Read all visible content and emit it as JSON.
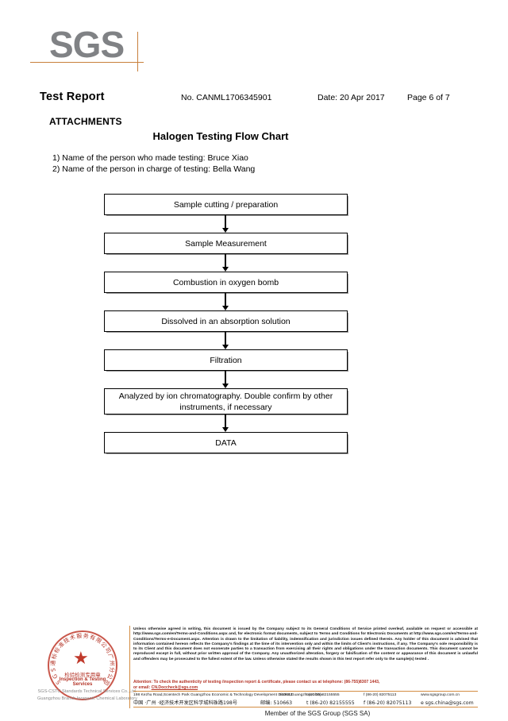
{
  "logo": {
    "text": "SGS",
    "accent_color": "#c8803c",
    "gray_color": "#808285"
  },
  "header": {
    "report_title": "Test Report",
    "report_no": "No. CANML1706345901",
    "date": "Date: 20 Apr 2017",
    "page": "Page 6 of 7",
    "attachments_label": "ATTACHMENTS"
  },
  "document": {
    "flow_title": "Halogen Testing Flow Chart",
    "notes": [
      "1) Name of the person who made testing: Bruce Xiao",
      "2) Name of the person in charge of testing: Bella Wang"
    ]
  },
  "chart_data": {
    "type": "diagram",
    "title": "Halogen Testing Flow Chart",
    "orientation": "vertical",
    "steps": [
      "Sample cutting / preparation",
      "Sample Measurement",
      "Combustion in oxygen bomb",
      "Dissolved in an absorption solution",
      "Filtration",
      "Analyzed by ion chromatography. Double confirm by other instruments, if necessary",
      "DATA"
    ]
  },
  "footer": {
    "seal": {
      "ring_text_cn": "SGS通标标准技术服务有限公司广州分公司",
      "ring_text_en": "SGS-CSTC Standards Technical Services Co., Ltd. Guangzhou Branch",
      "star_glyph": "★",
      "center_cn": "检验检测专用章",
      "center_en": "Inspection & Testing Services",
      "sub_line_1": "SGS-CSTC Standards Technical Services Co.,Ltd.",
      "sub_line_2": "Guangzhou Branch Inorganic Chemical Laboratory",
      "color": "#b33225"
    },
    "legal_text": "Unless otherwise agreed in writing, this document is issued by the Company subject to its General Conditions of Service printed overleaf, available on request or accessible at http://www.sgs.com/en/Terms-and-Conditions.aspx and, for electronic format documents, subject to Terms and Conditions for Electronic Documents at http://www.sgs.com/en/Terms-and-Conditions/Terms-e-Document.aspx. Attention is drawn to the limitation of liability, indemnification and jurisdiction issues defined therein. Any holder of this document is advised that information contained hereon reflects the Company's findings at the time of its intervention only and within the limits of Client's instructions, if any. The Company's sole responsibility is to its Client and this document does not exonerate parties to a transaction from exercising all their rights and obligations under the transaction documents. This document cannot be reproduced except in full, without prior written approval of the Company. Any unauthorized alteration, forgery or falsification of the content or appearance of this document is unlawful and offenders may be prosecuted to the fullest extent of the law. Unless otherwise stated the results shown in this test report refer only to the sample(s) tested .",
    "attention_line_1": "Attention: To check the authenticity of testing /inspection report & certificate, please contact us at telephone: (86-755)8307 1443,",
    "attention_line_2_prefix": "or email: ",
    "attention_email": "CN.Doccheck@sgs.com",
    "address_en": "198 Kezhu Road,Scientech Park Guangzhou Economic & Technology Development District,Guangzhou,China",
    "postcode_en": "510663",
    "tel_en": "t (86-20) 82155555",
    "fax_en": "f (86-20) 82075113",
    "web_en": "www.sgsgroup.com.cn",
    "address_cn": "中国 ·广州 ·经济技术开发区科学城科珠路198号",
    "postcode_cn": "邮编: 510663",
    "tel_cn": "t (86-20) 82155555",
    "fax_cn": "f (86-20) 82075113",
    "web_cn": "e sgs.china@sgs.com",
    "member_line": "Member of the SGS Group (SGS SA)",
    "accent_color": "#d38c42"
  }
}
